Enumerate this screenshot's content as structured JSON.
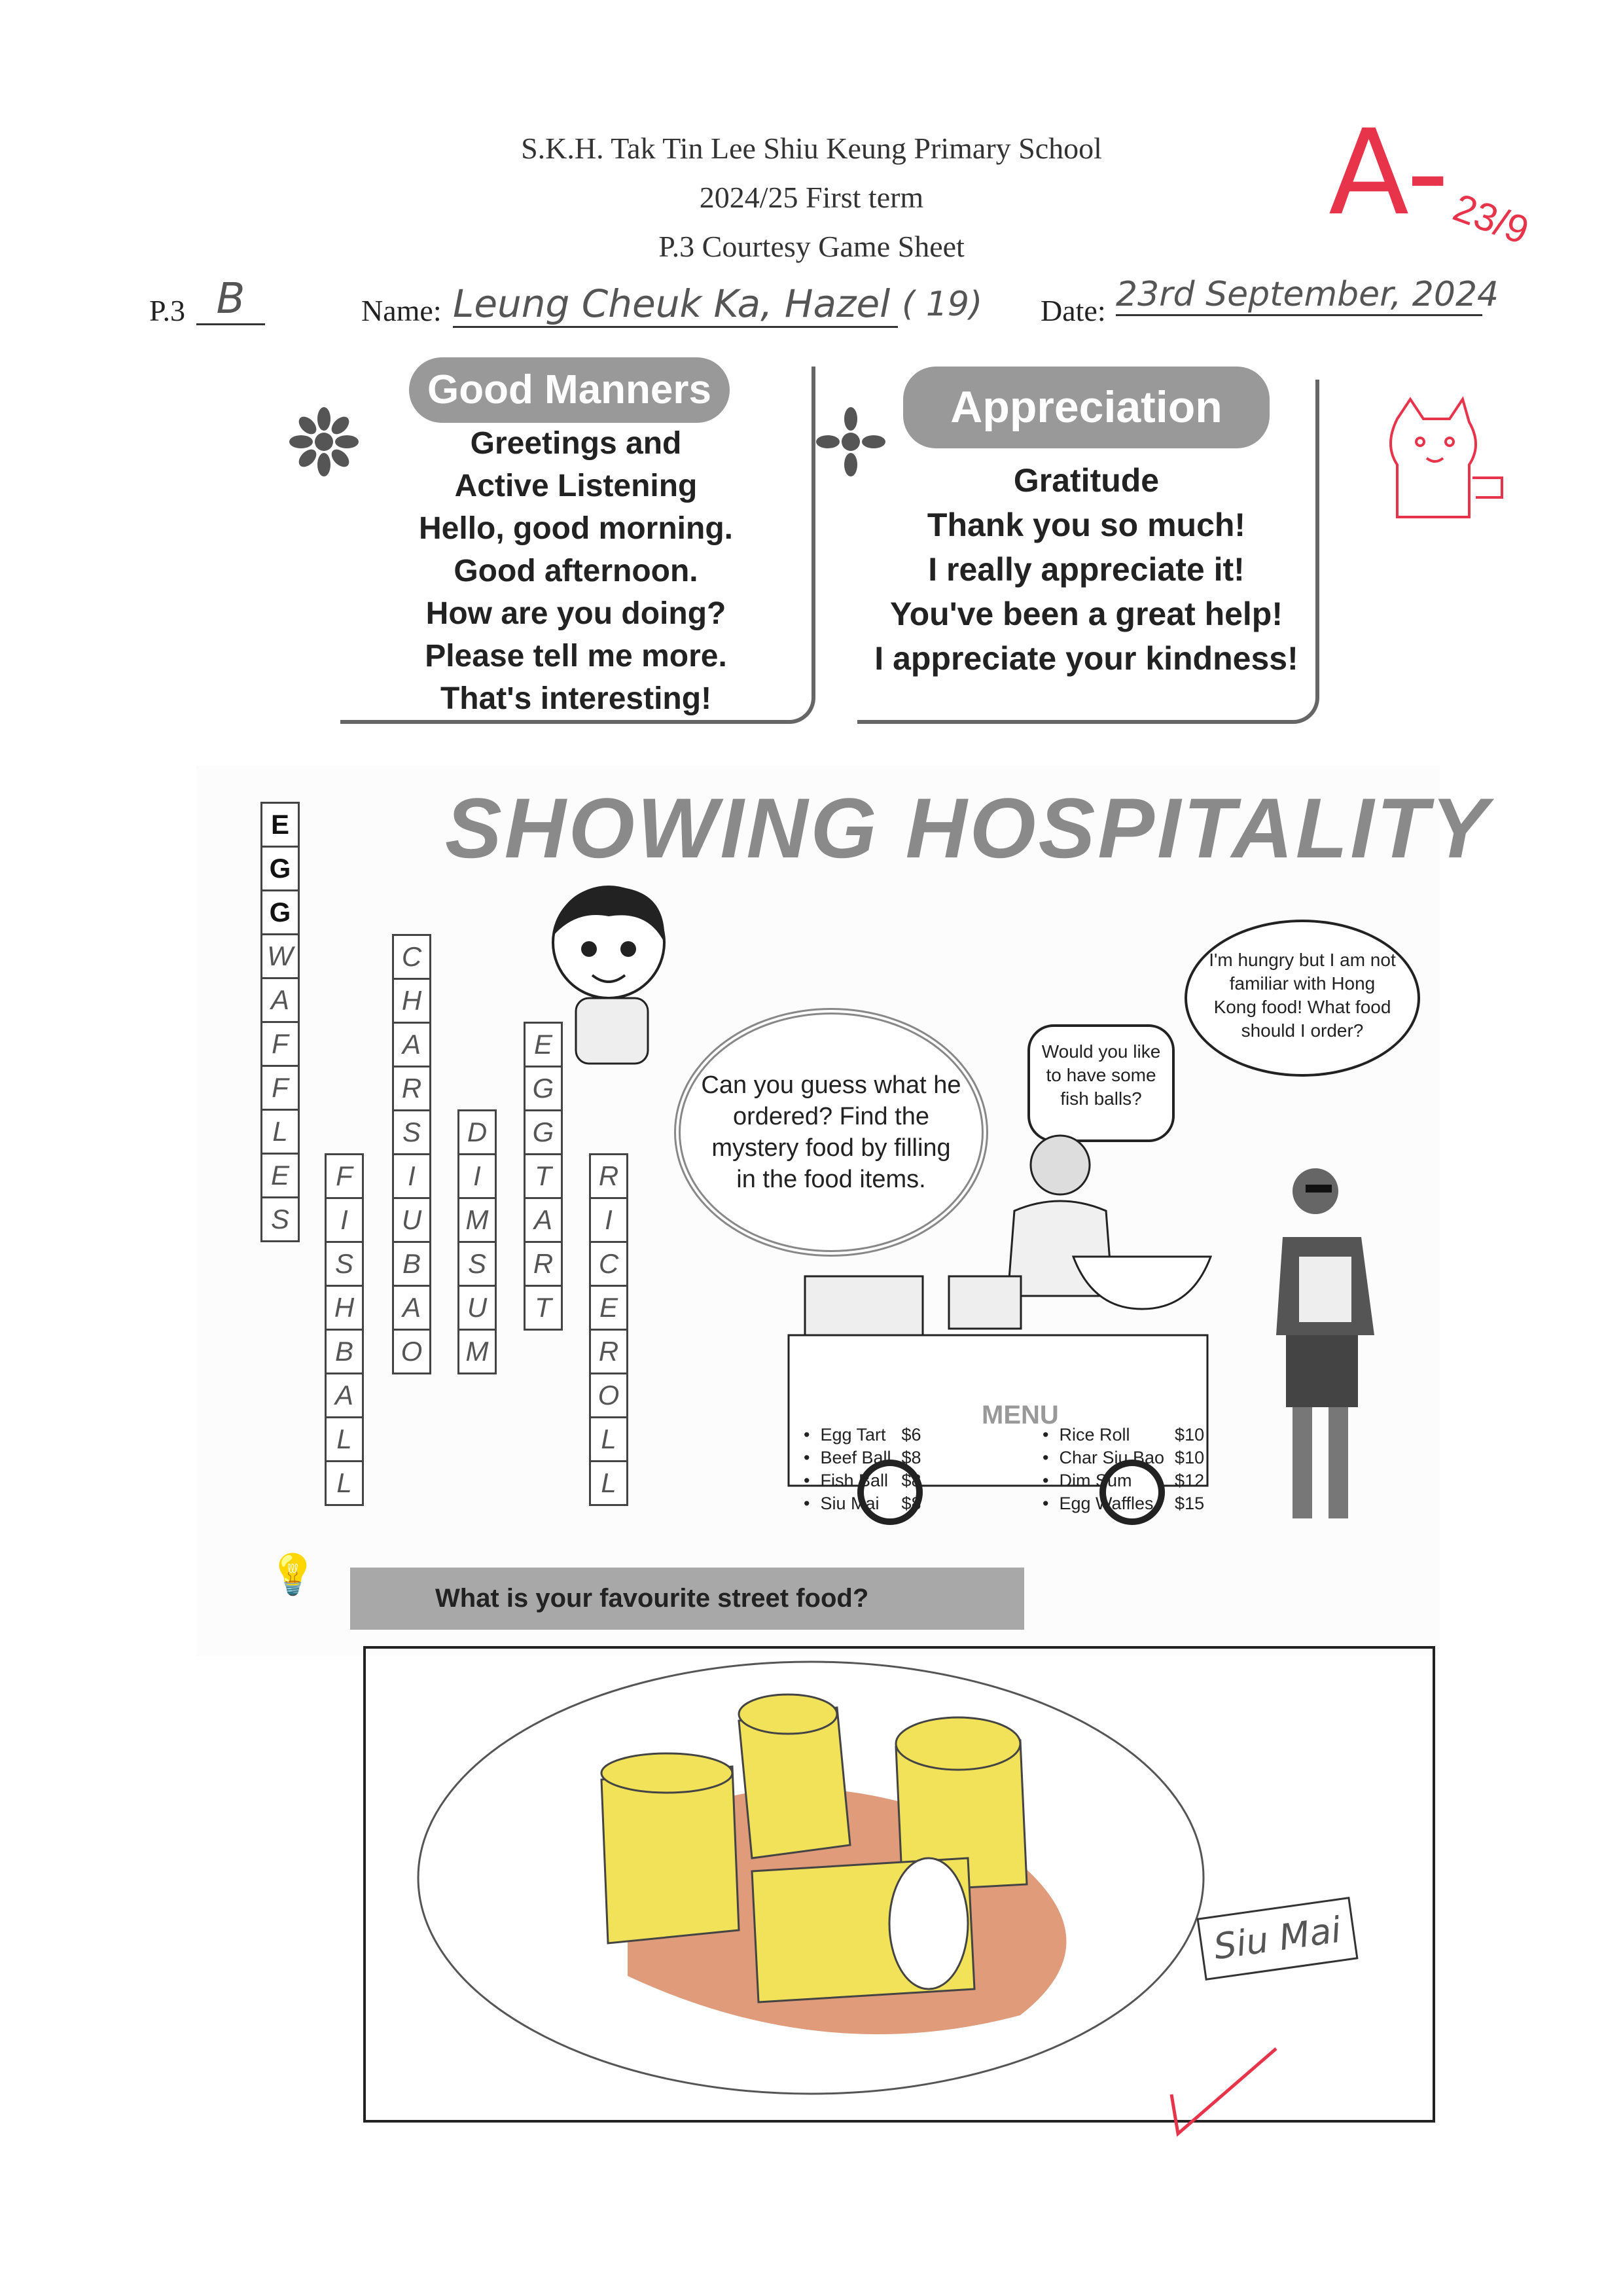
{
  "header": {
    "school": "S.K.H. Tak Tin Lee Shiu Keung Primary School",
    "term": "2024/25 First term",
    "title": "P.3 Courtesy Game Sheet"
  },
  "form": {
    "class_label": "P.3",
    "class_value": "B",
    "name_label": "Name:",
    "name_value": "Leung Cheuk Ka, Hazel",
    "class_number": "( 19)",
    "date_label": "Date:",
    "date_value": "23rd September, 2024"
  },
  "grading": {
    "grade": "A-",
    "date": "23/9",
    "color": "#e8344a"
  },
  "good_manners": {
    "title": "Good Manners",
    "lines": [
      "Greetings and",
      "Active Listening",
      "Hello, good morning.",
      "Good afternoon.",
      "How are you doing?",
      "Please tell me more.",
      "That's interesting!"
    ]
  },
  "appreciation": {
    "title": "Appreciation",
    "lines": [
      "Gratitude",
      "Thank you so much!",
      "I really appreciate it!",
      "You've been a great help!",
      "I appreciate your kindness!"
    ]
  },
  "section_title": "SHOWING HOSPITALITY",
  "crossword": [
    {
      "word": [
        "E",
        "G",
        "G",
        "W",
        "A",
        "F",
        "F",
        "L",
        "E",
        "S"
      ],
      "printed": 3
    },
    {
      "word": [
        "C",
        "H",
        "A",
        "R",
        "S",
        "I",
        "U",
        "B",
        "A",
        "O"
      ],
      "printed": 0
    },
    {
      "word": [
        "F",
        "I",
        "S",
        "H",
        "B",
        "A",
        "L",
        "L"
      ],
      "printed": 0
    },
    {
      "word": [
        "D",
        "I",
        "M",
        "S",
        "U",
        "M"
      ],
      "printed": 0
    },
    {
      "word": [
        "E",
        "G",
        "G",
        "T",
        "A",
        "R",
        "T"
      ],
      "printed": 0
    },
    {
      "word": [
        "R",
        "I",
        "C",
        "E",
        "R",
        "O",
        "L",
        "L"
      ],
      "printed": 0
    }
  ],
  "prompt_bubble": "Can you guess what he ordered? Find the mystery food by filling in the food items.",
  "vendor_bubble": "Would you like to have some fish balls?",
  "tourist_bubble": "I'm hungry but I am not familiar with Hong Kong food! What food should I order?",
  "menu": {
    "title": "MENU",
    "left": [
      {
        "item": "Egg Tart",
        "price": "$6"
      },
      {
        "item": "Beef Ball",
        "price": "$8"
      },
      {
        "item": "Fish Ball",
        "price": "$8"
      },
      {
        "item": "Siu Mai",
        "price": "$8"
      }
    ],
    "right": [
      {
        "item": "Rice Roll",
        "price": "$10"
      },
      {
        "item": "Char Siu Bao",
        "price": "$10"
      },
      {
        "item": "Dim Sum",
        "price": "$12"
      },
      {
        "item": "Egg Waffles",
        "price": "$15"
      }
    ]
  },
  "question": "What is your favourite street food?",
  "drawing_label": "Siu Mai"
}
